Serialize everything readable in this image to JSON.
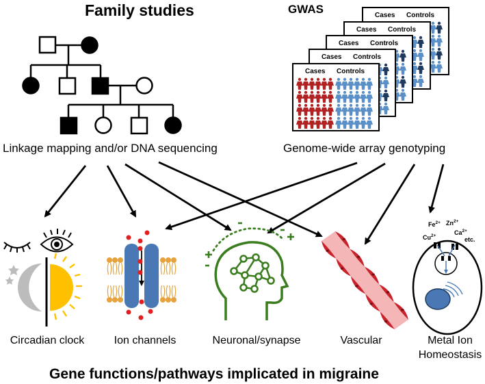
{
  "headings": {
    "family": "Family studies",
    "gwas": "GWAS"
  },
  "methods": {
    "family": "Linkage mapping and/or DNA sequencing",
    "gwas": "Genome-wide array genotyping"
  },
  "gwas_sheet": {
    "cases": "Cases",
    "controls": "Controls"
  },
  "ions": {
    "fe": "Fe",
    "fe_charge": "2+",
    "zn": "Zn",
    "zn_charge": "2+",
    "cu": "Cu",
    "cu_charge": "2+",
    "ca": "Ca",
    "ca_charge": "2+",
    "etc": "etc."
  },
  "categories": [
    {
      "label": "Circadian clock",
      "icon": "circadian-icon"
    },
    {
      "label": "Ion channels",
      "icon": "ion-channel-icon"
    },
    {
      "label": "Neuronal/synapse",
      "icon": "brain-network-icon"
    },
    {
      "label": "Vascular",
      "icon": "blood-vessel-icon"
    },
    {
      "label": "Metal Ion",
      "label2": "Homeostasis",
      "icon": "cell-icon"
    }
  ],
  "footer": "Gene functions/pathways implicated in migraine",
  "colors": {
    "case_red": "#b22222",
    "control_blue": "#5b8fc7",
    "dark_blue": "#1f3a5f",
    "gold": "#ffc000",
    "brain_green": "#3a7d1e",
    "vessel_red": "#c8232c",
    "vessel_pink": "#f4b6b6",
    "channel_blue": "#4a78b5",
    "lipid_orange": "#e6a23c"
  }
}
